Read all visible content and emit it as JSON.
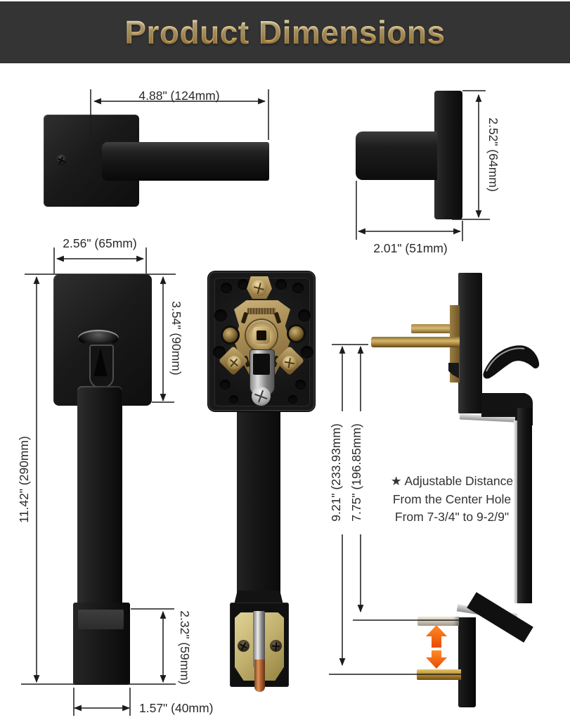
{
  "header": {
    "title": "Product Dimensions"
  },
  "lever_front_view": {
    "width_label": "4.88\" (124mm)"
  },
  "lever_side_view": {
    "height_label": "2.52\" (64mm)",
    "depth_label": "2.01\" (51mm)"
  },
  "handleset_front_view": {
    "plate_width_label": "2.56\" (65mm)",
    "plate_height_label": "3.54\" (90mm)",
    "total_height_label": "11.42\" (290mm)",
    "base_height_label": "2.32\" (59mm)",
    "base_width_label": "1.57\" (40mm)"
  },
  "handleset_side_view": {
    "long_distance_label": "9.21\" (233.93mm)",
    "short_distance_label": "7.75\" (196.85mm)",
    "note": {
      "star": "★ ",
      "line1": "Adjustable Distance",
      "line2": "From the Center Hole",
      "line3": "From 7-3/4\" to 9-2/9\""
    }
  },
  "colors": {
    "header_bg": "#343434",
    "title_gold": "#e9c97f",
    "product_black": "#141414",
    "brass": "#b3985c",
    "chrome": "#d8d8d8",
    "dimension_line": "#1b1b1b",
    "adjust_arrow_orange": "#f4560a"
  }
}
